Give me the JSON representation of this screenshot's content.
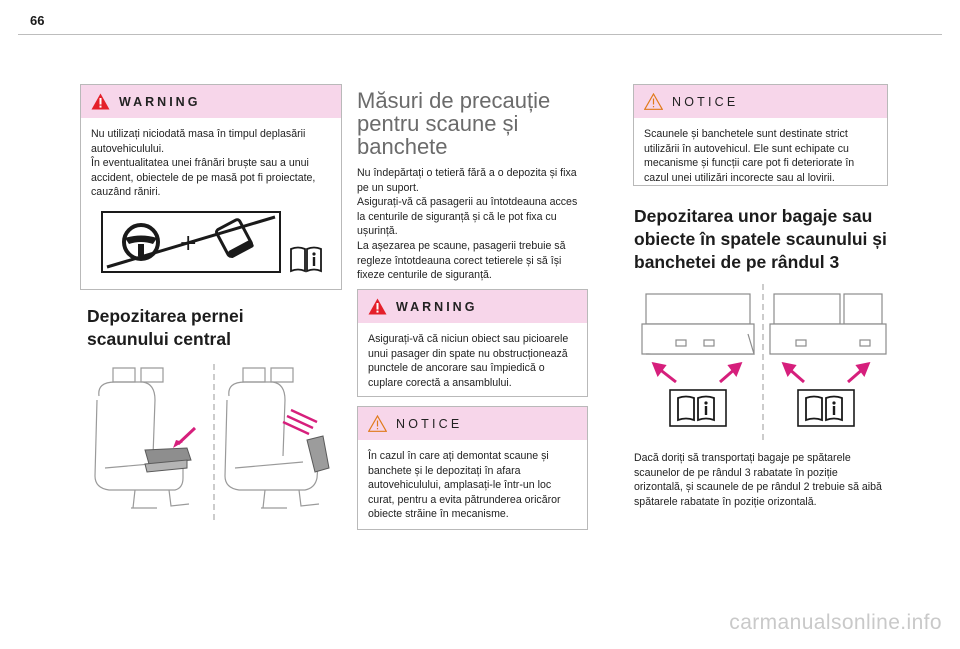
{
  "page": {
    "number": "66"
  },
  "warning_table": {
    "label": "WARNING",
    "lines": [
      "Nu utilizați niciodată masa în timpul deplasării autovehiculului.",
      "În eventualitatea unei frânări bruște sau a unui accident, obiectele de pe masă pot fi proiectate, cauzând răniri."
    ],
    "icons": [
      "warning-triangle-icon",
      "steering-wheel-icon",
      "table-icon",
      "manual-icon"
    ]
  },
  "cushion_section": {
    "title": "Depozitarea pernei scaunului central",
    "icons": [
      "seat-cushion-illustration",
      "seat-cushion-stowed-illustration"
    ]
  },
  "precautions_section": {
    "title": "Măsuri de precauție pentru scaune și banchete",
    "paragraphs": [
      "Nu îndepărtați o tetieră fără a o depozita și fixa pe un suport.",
      "Asigurați-vă că pasagerii au întotdeauna acces la centurile de siguranță și că le pot fixa cu ușurință.",
      "La așezarea pe scaune, pasagerii trebuie să regleze întotdeauna corect tetierele și să își fixeze centurile de siguranță."
    ]
  },
  "warning_anchor": {
    "label": "WARNING",
    "text": "Asigurați-vă că niciun obiect sau picioarele unui pasager din spate nu obstrucționează punctele de ancorare sau împiedică o cuplare corectă a ansamblului."
  },
  "notice_disassembled": {
    "label": "NOTICE",
    "text": "În cazul în care ați demontat scaune și banchete și le depozitați în afara autovehiculului, amplasați-le într-un loc curat, pentru a evita pătrunderea oricăror obiecte străine în mecanisme."
  },
  "notice_seats": {
    "label": "NOTICE",
    "text": "Scaunele și banchetele sunt destinate strict utilizării în autovehicul. Ele sunt echipate cu mecanisme și funcții care pot fi deteriorate în cazul unei utilizări incorecte sau al lovirii."
  },
  "luggage_section": {
    "title": "Depozitarea unor bagaje sau obiecte în spatele scaunului și banchetei de pe rândul 3",
    "text": "Dacă doriți să transportați bagaje pe spătarele scaunelor de pe rândul 3 rabatate în poziție orizontală, și scaunele de pe rândul 2 trebuie să aibă spătarele rabatate în poziție orizontală.",
    "icons": [
      "rear-seat-illustration",
      "manual-icon"
    ]
  },
  "watermark": "carmanualsonline.info",
  "colors": {
    "box_header": "#f7d6ea",
    "accent_arrow": "#d61f7c",
    "border": "#b9b9b9"
  }
}
